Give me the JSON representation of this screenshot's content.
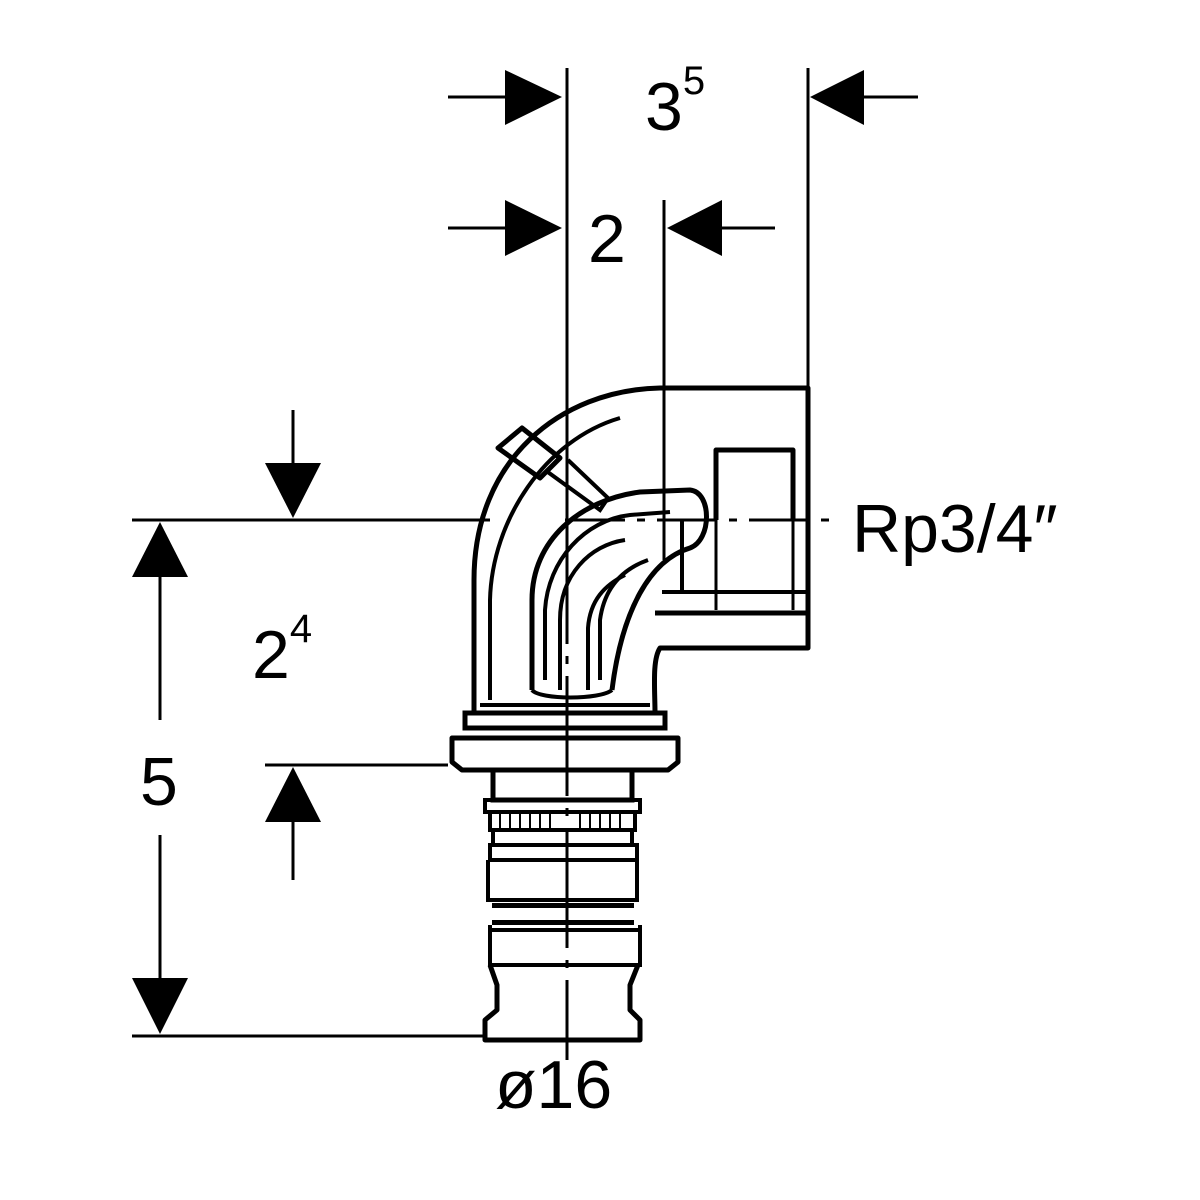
{
  "dimensions": {
    "offset_total": {
      "base": "3",
      "sup": "5"
    },
    "offset_inner": "2",
    "height_total": "5",
    "height_partial": {
      "base": "2",
      "sup": "4"
    }
  },
  "labels": {
    "thread": "Rp3/4″",
    "diameter": "ø16"
  },
  "colors": {
    "line": "#000000",
    "background": "#ffffff"
  }
}
